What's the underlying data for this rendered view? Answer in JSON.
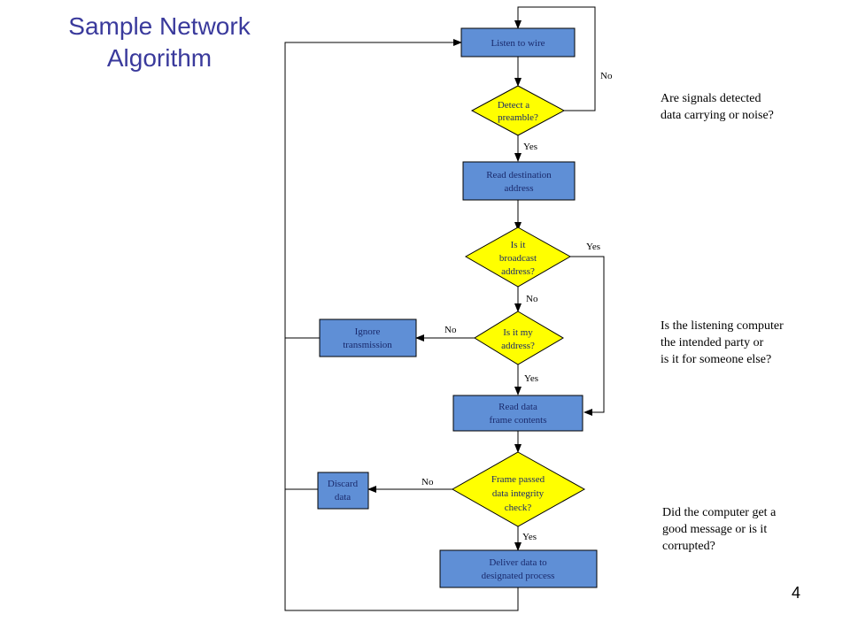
{
  "title": [
    "Sample Network",
    "Algorithm"
  ],
  "page_number": "4",
  "colors": {
    "box_fill": "#5f8fd6",
    "diamond_fill": "#ffff00",
    "title": "#3a3a9c"
  },
  "nodes": {
    "listen": [
      "Listen to wire"
    ],
    "detect": [
      "Detect a",
      "preamble?"
    ],
    "read_dest": [
      "Read destination",
      "address"
    ],
    "broadcast": [
      "Is it",
      "broadcast",
      "address?"
    ],
    "my_address": [
      "Is it my",
      "address?"
    ],
    "ignore": [
      "Ignore",
      "transmission"
    ],
    "read_data": [
      "Read data",
      "frame contents"
    ],
    "integrity": [
      "Frame passed",
      "data integrity",
      "check?"
    ],
    "discard": [
      "Discard",
      "data"
    ],
    "deliver": [
      "Deliver data to",
      "designated process"
    ]
  },
  "edge_labels": {
    "detect_no": "No",
    "detect_yes": "Yes",
    "broadcast_yes": "Yes",
    "broadcast_no": "No",
    "my_no": "No",
    "my_yes": "Yes",
    "integrity_no": "No",
    "integrity_yes": "Yes"
  },
  "notes": {
    "signals": [
      "Are signals detected",
      "data carrying or noise?"
    ],
    "listening": [
      "Is the listening computer",
      "the intended party or",
      "is it for someone else?"
    ],
    "good_message": [
      "Did the computer get a",
      "good message or is it",
      "corrupted?"
    ]
  }
}
